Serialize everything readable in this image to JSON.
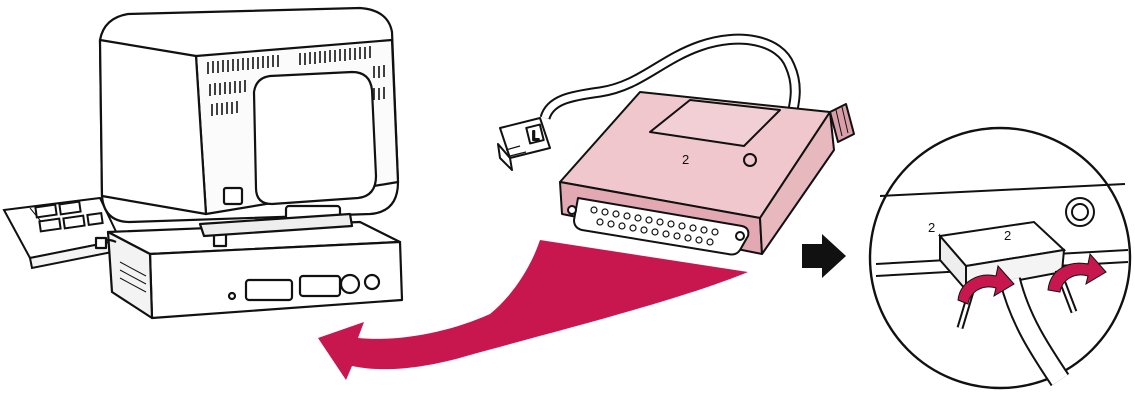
{
  "labels": {
    "port_left": "2",
    "port_right": "2",
    "adapter_mark": "2",
    "connector_tab": "L"
  },
  "colors": {
    "accent": "#c8174f",
    "adapter": "#efc7cc",
    "adapter_shade": "#e3a9b2",
    "line": "#111111"
  },
  "icons": [
    "computer-icon",
    "keyboard-icon",
    "adapter-cable-icon",
    "curved-arrow-icon",
    "right-arrow-icon",
    "magnifier-detail-icon"
  ]
}
